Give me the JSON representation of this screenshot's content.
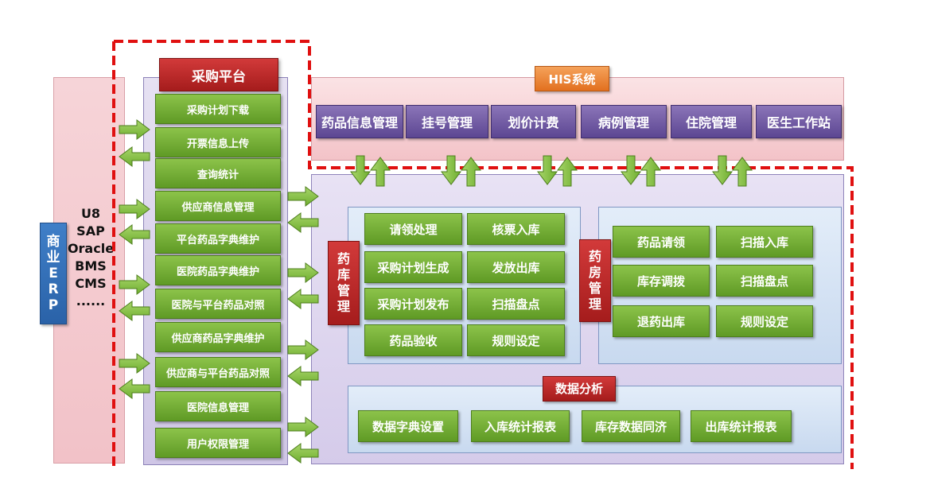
{
  "erp": {
    "tag": [
      "商",
      "业",
      "E",
      "R",
      "P"
    ],
    "systems": [
      "U8",
      "SAP",
      "Oracle",
      "BMS",
      "CMS",
      "......"
    ]
  },
  "procurement": {
    "title": "采购平台",
    "items": [
      "采购计划下载",
      "开票信息上传",
      "查询统计",
      "供应商信息管理",
      "平台药品字典维护",
      "医院药品字典维护",
      "医院与平台药品对照",
      "供应商药品字典维护",
      "供应商与平台药品对照",
      "医院信息管理",
      "用户权限管理"
    ]
  },
  "his": {
    "title": "HIS系统",
    "modules": [
      "药品信息管理",
      "挂号管理",
      "划价计费",
      "病例管理",
      "住院管理",
      "医生工作站"
    ]
  },
  "warehouse": {
    "tag": [
      "药",
      "库",
      "管",
      "理"
    ],
    "items": [
      "请领处理",
      "核票入库",
      "采购计划生成",
      "发放出库",
      "采购计划发布",
      "扫描盘点",
      "药品验收",
      "规则设定"
    ]
  },
  "pharmacy": {
    "tag": [
      "药",
      "房",
      "管",
      "理"
    ],
    "items": [
      "药品请领",
      "扫描入库",
      "库存调拨",
      "扫描盘点",
      "退药出库",
      "规则设定"
    ]
  },
  "analysis": {
    "title": "数据分析",
    "items": [
      "数据字典设置",
      "入库统计报表",
      "库存数据同济",
      "出库统计报表"
    ]
  },
  "colors": {
    "green": "#6fae30",
    "red": "#b82525",
    "purple": "#6a54a0",
    "blue": "#3068b0",
    "orange": "#ec8633",
    "dashed": "#e01010"
  }
}
